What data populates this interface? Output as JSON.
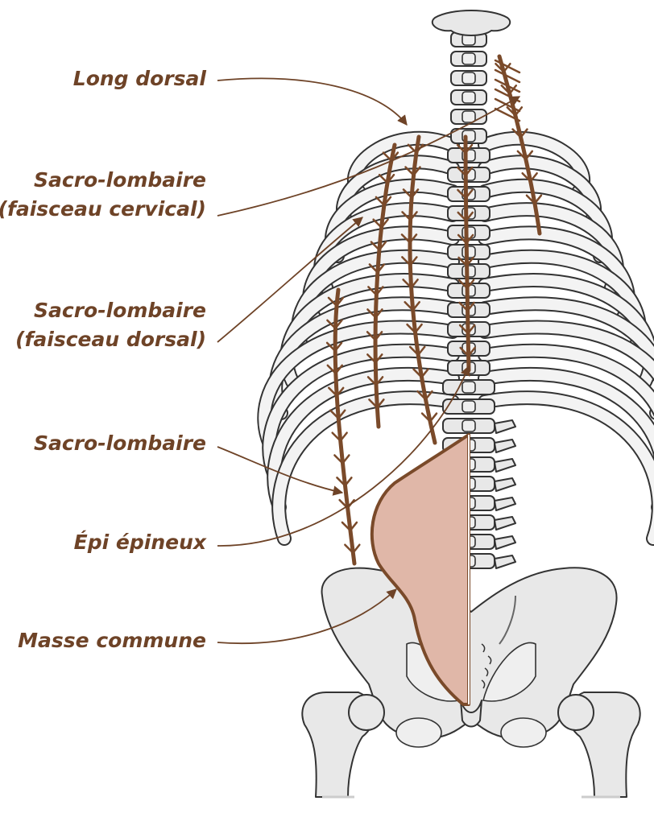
{
  "labels": {
    "long_dorsal": "Long dorsal",
    "sacro_cervical_1": "Sacro-lombaire",
    "sacro_cervical_2": "(faisceau cervical)",
    "sacro_dorsal_1": "Sacro-lombaire",
    "sacro_dorsal_2": "(faisceau dorsal)",
    "sacro_lombaire": "Sacro-lombaire",
    "epi_epineux": "Épi épineux",
    "masse_commune": "Masse commune"
  },
  "colors": {
    "label_text": "#6e4327",
    "muscle_line": "#7a4a2a",
    "muscle_mass_fill": "#e0b7a8",
    "bone_fill": "#e8e8e8",
    "bone_outline": "#333333"
  }
}
